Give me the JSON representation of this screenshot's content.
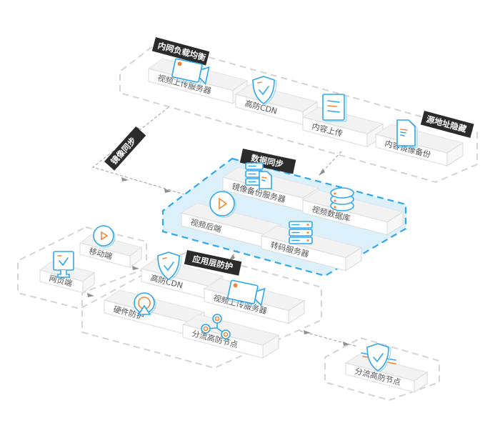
{
  "diagram": {
    "title": "",
    "colors": {
      "accent_blue": "#2ea7ee",
      "accent_orange": "#f58634",
      "core_zone_fill": "#dcf0fc",
      "tag_background": "#2b2b2b",
      "zone_border": "#d4d4d4"
    },
    "tags": {
      "lb": "内网负载均衡",
      "origin": "源地址隐藏",
      "mirror": "镜像同步",
      "datasync": "数据同步",
      "appprotect": "应用层防护"
    },
    "nodes": {
      "upload_top": "视频上传服务器",
      "cdn_top": "高防CDN",
      "content_upload": "内容上传",
      "content_backup": "内容镜像备份",
      "mirror_server": "镜像备份服务器",
      "video_db": "视频数据库",
      "video_backend": "视频后端",
      "transcode": "转码服务器",
      "mobile": "移动端",
      "web": "网页端",
      "cdn_bottom": "高防CDN",
      "upload_bottom": "视频上传服务器",
      "hardware": "硬件防护",
      "split_node": "分流高防节点",
      "split_node_remote": "分流高防节点"
    },
    "icons": {
      "upload_top": "video-camera-icon",
      "cdn_top": "shield-check-icon",
      "content_upload": "document-icon",
      "content_backup": "file-icon",
      "mirror_server": "server-file-icon",
      "video_db": "database-icon",
      "video_backend": "play-circle-icon",
      "transcode": "server-rack-icon",
      "mobile": "play-circle-icon",
      "web": "monitor-check-icon",
      "cdn_bottom": "shield-check-icon",
      "upload_bottom": "video-camera-icon",
      "hardware": "firewall-icon",
      "split_node": "network-nodes-icon",
      "split_node_remote": "shield-check-icon"
    }
  }
}
